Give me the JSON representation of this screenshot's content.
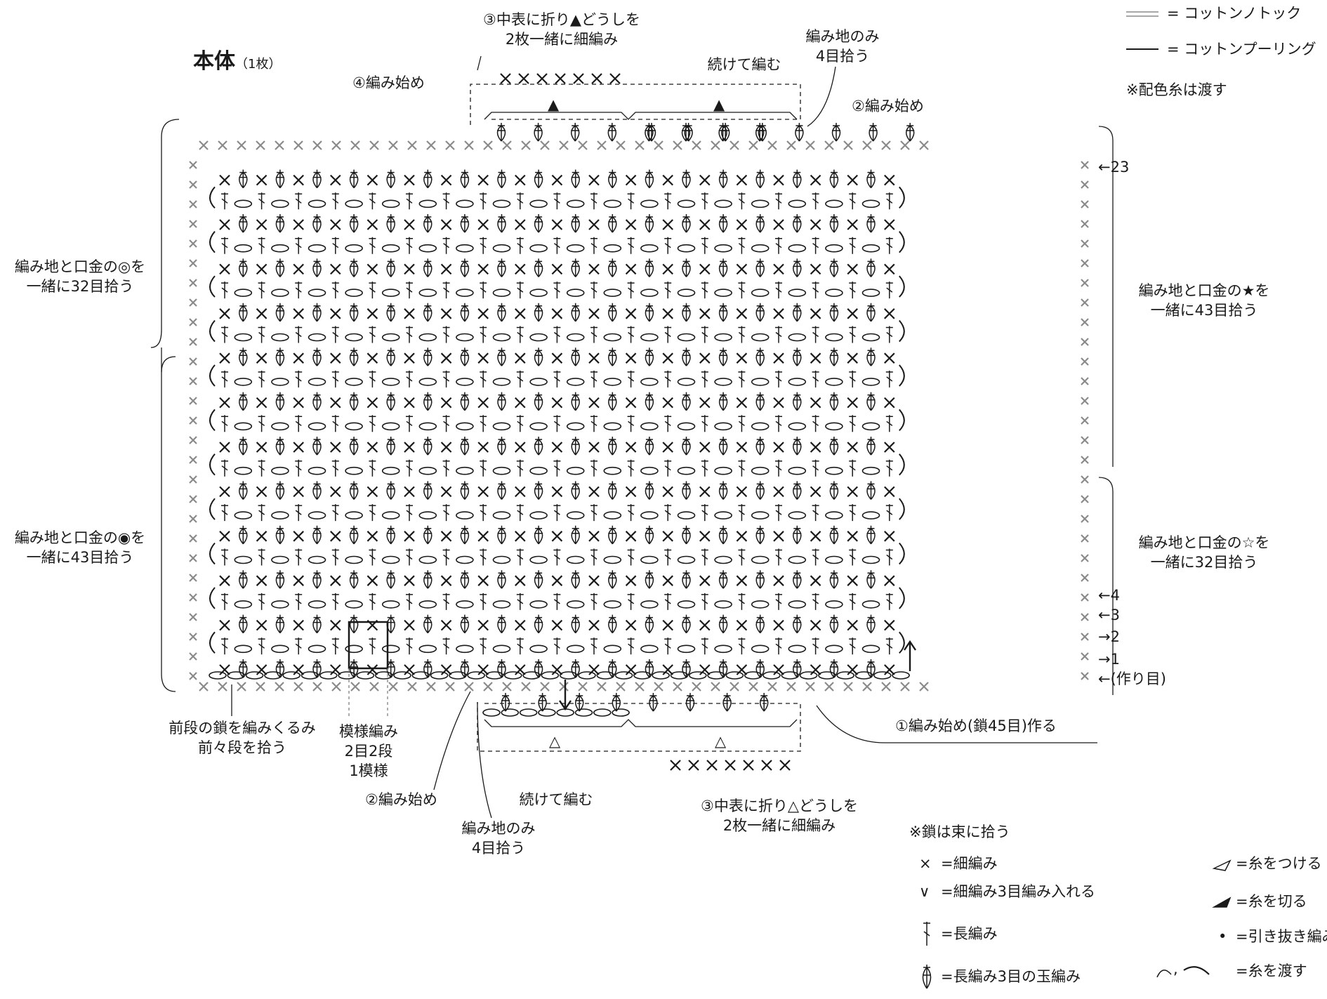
{
  "title": {
    "main": "本体",
    "count": "（1枚）"
  },
  "yarns": {
    "yarn1": "= コットンノトック",
    "yarn2": "= コットンプーリング",
    "note": "※配色糸は渡す"
  },
  "top": {
    "fold_l1": "③中表に折り▲どうしを",
    "fold_l2": "2枚一緒に細編み",
    "start4": "④編み始め",
    "continue": "続けて編む",
    "only_l1": "編み地のみ",
    "only_l2": "4目拾う",
    "start2": "②編み始め",
    "marker": "▲"
  },
  "left": {
    "upper_l1": "編み地と口金の◎を",
    "upper_l2": "一緒に32目拾う",
    "lower_l1": "編み地と口金の◉を",
    "lower_l2": "一緒に43目拾う"
  },
  "right": {
    "upper_l1": "編み地と口金の★を",
    "upper_l2": "一緒に43目拾う",
    "lower_l1": "編み地と口金の☆を",
    "lower_l2": "一緒に32目拾う"
  },
  "rows": [
    "←23",
    "←4",
    "←3",
    "→2",
    "→1",
    "←(作り目)"
  ],
  "bottom": {
    "prev_l1": "前段の鎖を編みくるみ",
    "prev_l2": "前々段を拾う",
    "pattern_l1": "模様編み",
    "pattern_l2": "2目2段",
    "pattern_l3": "1模様",
    "start2": "②編み始め",
    "only_l1": "編み地のみ",
    "only_l2": "4目拾う",
    "continue": "続けて編む",
    "fold_l1": "③中表に折り△どうしを",
    "fold_l2": "2枚一緒に細編み",
    "start1": "①編み始め(鎖45目)作る",
    "marker": "△"
  },
  "legend": {
    "note": "※鎖は束に拾う",
    "sc": "=細編み",
    "sc3": "=細編み3目編み入れる",
    "dc": "=長編み",
    "bobble": "=長編み3目の玉編み",
    "attach": "=糸をつける",
    "cut": "=糸を切る",
    "slip": "=引き抜き編み",
    "carry": "=糸を渡す",
    "sym_sc": "×",
    "sym_sc3": "∨",
    "sym_slip": "•",
    "sym_comma": ","
  },
  "colors": {
    "ink": "#1a1a1a",
    "gray": "#8a8a8a"
  },
  "icons": [
    "sc-icon",
    "sc3-icon",
    "dc-icon",
    "bobble-icon",
    "attach-yarn-icon",
    "cut-yarn-icon",
    "slip-stitch-icon",
    "carry-yarn-icon"
  ]
}
